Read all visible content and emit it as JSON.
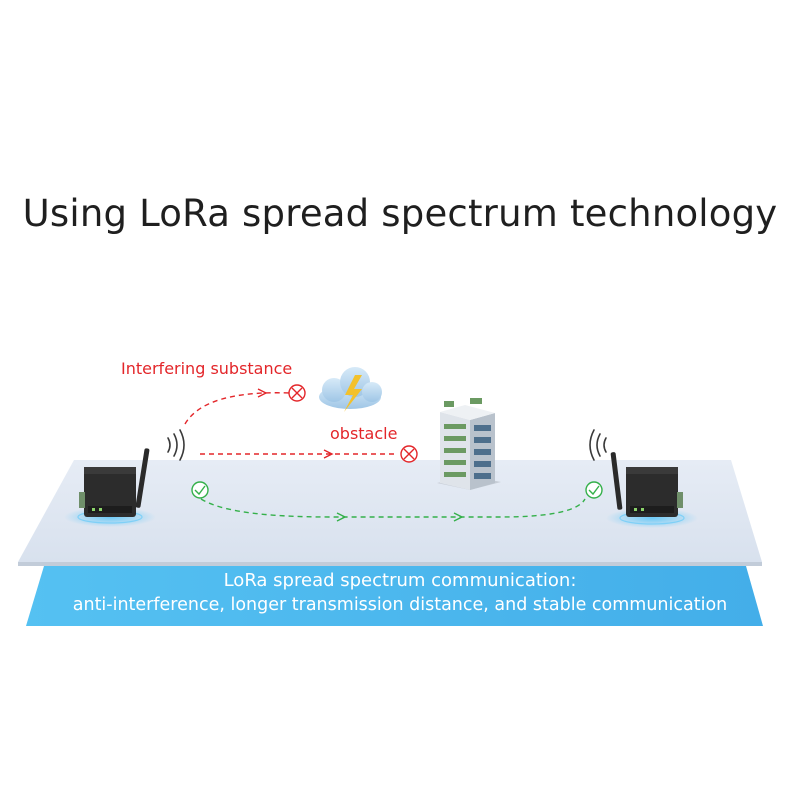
{
  "title": "Using LoRa spread spectrum technology",
  "labels": {
    "interfering": "Interfering substance",
    "obstacle": "obstacle"
  },
  "banner": {
    "line1": "LoRa spread spectrum communication:",
    "line2": "anti-interference, longer transmission distance, and stable communication"
  },
  "icons": [
    "wifi-signal-icon",
    "cross-circle-icon",
    "check-circle-icon",
    "cloud-lightning-icon",
    "building-icon",
    "lora-device-icon"
  ],
  "colors": {
    "floor": "#dfe6f2",
    "banner": "#4cb8ee",
    "interference": "#e3262a",
    "success": "#34b04a"
  }
}
